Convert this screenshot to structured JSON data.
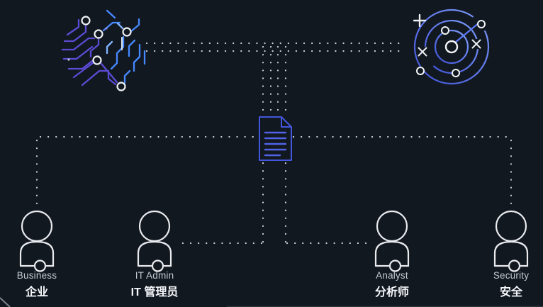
{
  "diagram": {
    "description": "AI document insights routed to four personas",
    "personas": [
      {
        "id": "business",
        "label_en": "Business",
        "label_zh": "企业"
      },
      {
        "id": "it-admin",
        "label_en": "IT Admin",
        "label_zh": "IT 管理员"
      },
      {
        "id": "analyst",
        "label_en": "Analyst",
        "label_zh": "分析师"
      },
      {
        "id": "security",
        "label_en": "Security",
        "label_zh": "安全"
      }
    ],
    "icons": [
      {
        "name": "ai-circuit-brain-icon"
      },
      {
        "name": "radar-detection-icon"
      },
      {
        "name": "document-icon"
      },
      {
        "name": "user-icon"
      }
    ],
    "colors": {
      "background": "#121820",
      "connector_dot": "#ccd1d8",
      "accent_purple": "#5c4bd4",
      "accent_blue": "#4589ff",
      "accent_light_blue": "#82b3ff",
      "document_stroke": "#4356de",
      "document_lines": "#5063e8",
      "radar_gradient_start": "#3f51d8",
      "radar_gradient_end": "#7d9dfc",
      "person_stroke": "#e9ebee",
      "label_en_color": "#c3c9d0",
      "label_zh_color": "#f5f7fa"
    }
  }
}
